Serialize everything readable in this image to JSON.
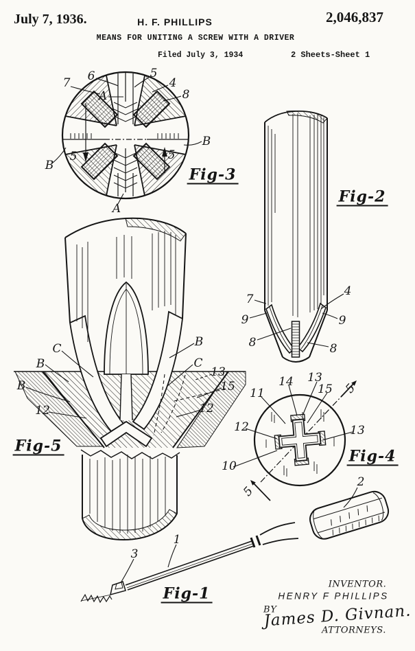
{
  "page": {
    "background": "#fbfaf6",
    "ink": "#151515"
  },
  "header": {
    "date": "July 7, 1936.",
    "author": "H. F. PHILLIPS",
    "patent_number": "2,046,837",
    "title": "MEANS FOR UNITING A SCREW WITH A DRIVER",
    "filed_line": "Filed July 3, 1934",
    "sheet_line": "2 Sheets-Sheet 1"
  },
  "figures": {
    "fig1": {
      "label": "Fig-1"
    },
    "fig2": {
      "label": "Fig-2"
    },
    "fig3": {
      "label": "Fig-3"
    },
    "fig4": {
      "label": "Fig-4"
    },
    "fig5": {
      "label": "Fig-5"
    }
  },
  "refs": {
    "fig3": [
      "7",
      "6",
      "A",
      "5",
      "4",
      "8",
      "B",
      "B",
      "5",
      "5",
      "A"
    ],
    "fig2": [
      "7",
      "4",
      "9",
      "9",
      "8",
      "8"
    ],
    "fig5": [
      "B",
      "C",
      "C",
      "B",
      "B",
      "13",
      "15",
      "12",
      "12"
    ],
    "fig4": [
      "11",
      "14",
      "13",
      "15",
      "5",
      "12",
      "13",
      "10",
      "5"
    ],
    "fig1": [
      "2",
      "1",
      "3"
    ]
  },
  "signature": {
    "inventor_caption": "INVENTOR.",
    "inventor_name": "HENRY F PHILLIPS",
    "by_label": "BY",
    "signature_name": "James D. Givnan.",
    "attorneys_caption": "ATTORNEYS."
  }
}
